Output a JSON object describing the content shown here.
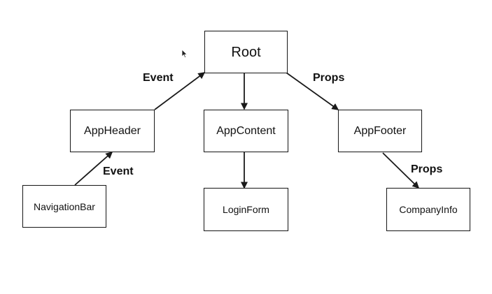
{
  "diagram": {
    "nodes": {
      "root": "Root",
      "app_header": "AppHeader",
      "app_content": "AppContent",
      "app_footer": "AppFooter",
      "navigation_bar": "NavigationBar",
      "login_form": "LoginForm",
      "company_info": "CompanyInfo"
    },
    "edges": [
      {
        "from": "AppHeader",
        "to": "Root",
        "label": "Event"
      },
      {
        "from": "Root",
        "to": "AppContent",
        "label": ""
      },
      {
        "from": "Root",
        "to": "AppFooter",
        "label": "Props"
      },
      {
        "from": "NavigationBar",
        "to": "AppHeader",
        "label": "Event"
      },
      {
        "from": "AppContent",
        "to": "LoginForm",
        "label": ""
      },
      {
        "from": "AppFooter",
        "to": "CompanyInfo",
        "label": "Props"
      }
    ]
  },
  "colors": {
    "stroke": "#1a1a1a",
    "background": "#ffffff",
    "text": "#111111"
  },
  "icons": {
    "cursor": "mouse-pointer-icon"
  }
}
